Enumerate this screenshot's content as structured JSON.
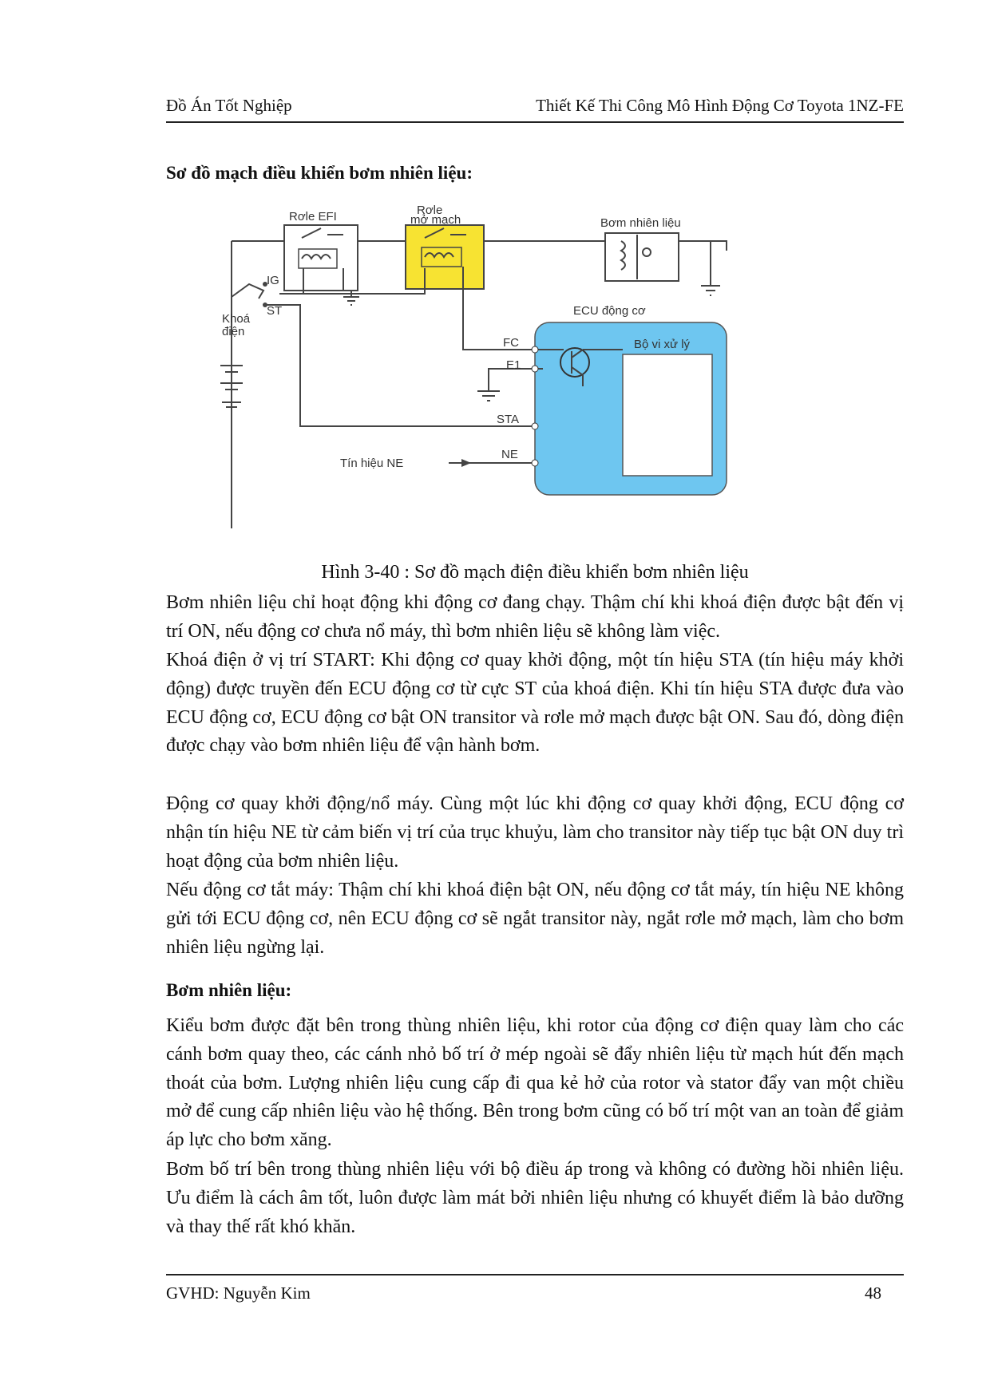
{
  "header": {
    "left": "Đồ Án Tốt Nghiệp",
    "right": "Thiết Kế Thi Công Mô Hình Động Cơ Toyota 1NZ-FE"
  },
  "section1": {
    "title": "Sơ đồ mạch điều khiển bơm nhiên liệu:"
  },
  "figure": {
    "labels": {
      "efi_relay": "Rơle EFI",
      "open_relay_1": "Rơle",
      "open_relay_2": "mở mạch",
      "pump": "Bơm nhiên liệu",
      "ig": "IG",
      "st": "ST",
      "key_1": "Khoá",
      "key_2": "điện",
      "ecu": "ECU động cơ",
      "fc": "FC",
      "e1": "E1",
      "sta": "STA",
      "ne": "NE",
      "cpu": "Bộ vi xử lý",
      "ne_signal": "Tín hiệu NE"
    },
    "colors": {
      "ecu": "#6EC6F0",
      "open_relay": "#F7E332"
    },
    "caption": "Hình 3-40 : Sơ đồ mạch điện điều khiển bơm nhiên liệu"
  },
  "paragraphs": [
    "Bơm nhiên liệu chỉ hoạt động khi động cơ đang chạy. Thậm chí khi khoá điện được bật đến vị trí ON, nếu động cơ chưa nổ máy, thì bơm nhiên liệu sẽ không làm việc.",
    "Khoá điện ở vị trí START: Khi động cơ quay khởi động, một tín hiệu STA (tín hiệu máy khởi động) được truyền đến ECU động cơ từ cực ST của khoá điện. Khi tín hiệu STA được đưa vào ECU động cơ, ECU động cơ bật ON transitor và rơle mở mạch được bật ON. Sau đó, dòng điện được chạy vào bơm nhiên liệu để vận hành bơm.",
    "Động cơ quay khởi động/nổ máy. Cùng một lúc khi động cơ quay khởi động, ECU động cơ nhận tín hiệu NE từ cảm biến vị trí của trục khuỷu, làm cho transitor này tiếp tục bật ON duy trì hoạt động của bơm nhiên liệu.",
    "Nếu động cơ tắt máy: Thậm chí khi khoá điện bật ON, nếu động cơ tắt máy, tín hiệu NE không gửi tới ECU động cơ, nên ECU động cơ sẽ ngắt transitor này, ngắt rơle mở mạch, làm cho bơm nhiên liệu ngừng lại."
  ],
  "section2": {
    "title": "Bơm nhiên liệu:",
    "paragraphs": [
      "Kiểu bơm được đặt bên trong thùng nhiên liệu, khi rotor của động cơ điện quay làm cho các cánh bơm quay theo, các cánh nhỏ bố trí ở mép ngoài sẽ đẩy nhiên liệu từ mạch hút đến mạch thoát của bơm. Lượng nhiên liệu cung cấp đi qua kẻ hở của rotor và stator đẩy van một chiều mở để cung cấp nhiên liệu vào hệ thống. Bên trong bơm cũng có bố trí một van an toàn để giảm áp lực cho bơm xăng.",
      "Bơm bố trí bên trong thùng nhiên liệu với bộ điều áp trong và không có đường hồi nhiên liệu. Ưu điểm là cách âm tốt, luôn được làm mát bởi nhiên liệu nhưng có khuyết điểm là bảo dưỡng và thay thế rất khó khăn."
    ]
  },
  "footer": {
    "left": "GVHD: Nguyễn Kim",
    "right": "48"
  }
}
